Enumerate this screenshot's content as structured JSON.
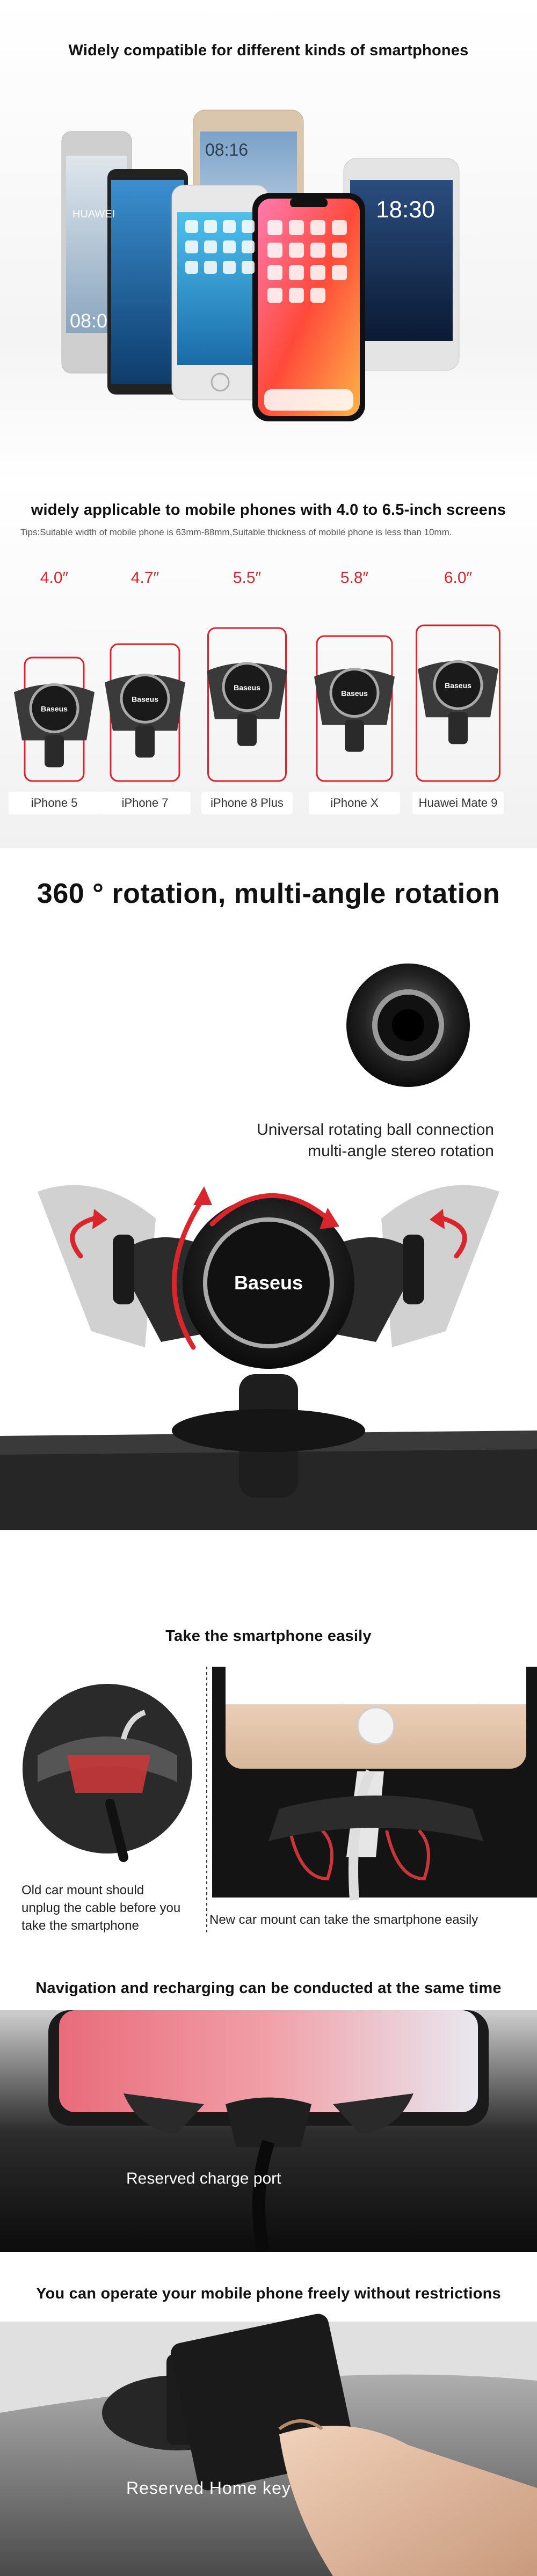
{
  "section1": {
    "title": "Widely compatible for different kinds of smartphones",
    "phone_labels": {
      "huawei_brand": "HUAWEI",
      "huawei_time": "08:0",
      "mi_time": "08:16",
      "silver_time": "18:30"
    }
  },
  "section2": {
    "title": "widely applicable to mobile phones with 4.0 to 6.5-inch screens",
    "tips": "Tips:Suitable width of mobile phone is 63mm-88mm,Suitable thickness of mobile phone is less than 10mm.",
    "sizes": [
      {
        "size": "4.0",
        "name": "iPhone 5"
      },
      {
        "size": "4.7",
        "name": "iPhone 7"
      },
      {
        "size": "5.5",
        "name": "iPhone 8 Plus"
      },
      {
        "size": "5.8",
        "name": "iPhone X"
      },
      {
        "size": "6.0",
        "name": "Huawei Mate 9"
      }
    ],
    "brand": "Baseus",
    "accent": "#d8262c"
  },
  "section3": {
    "title": "360 ° rotation, multi-angle rotation",
    "caption_line1": "Universal rotating ball connection",
    "caption_line2": "multi-angle stereo rotation",
    "brand": "Baseus"
  },
  "section4": {
    "title": "Take the smartphone easily",
    "left_caption": "Old car mount should unplug the cable before you take the smartphone",
    "right_caption": "New car mount can take the smartphone easily"
  },
  "section5": {
    "title": "Navigation and recharging can be conducted at the same time",
    "label": "Reserved charge port"
  },
  "section6": {
    "title": "You can operate your mobile phone freely without restrictions",
    "label": "Reserved Home key"
  }
}
